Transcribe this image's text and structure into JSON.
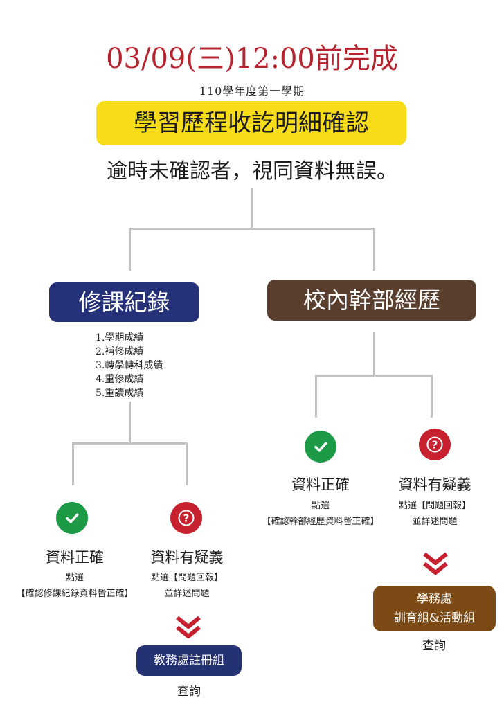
{
  "header": {
    "deadline": "03/09(三)12:00前完成",
    "semester": "110學年度第一學期",
    "title": "學習歷程收訖明細確認",
    "warning": "逾時未確認者，視同資料無誤。"
  },
  "course": {
    "title": "修課紀錄",
    "items": [
      "1.學期成績",
      "2.補修成績",
      "3.轉學轉科成績",
      "4.重修成績",
      "5.重讀成績"
    ],
    "correct": {
      "label": "資料正確",
      "line1": "點選",
      "line2": "【確認修課紀錄資料皆正確】"
    },
    "doubt": {
      "label": "資料有疑義",
      "line1": "點選【問題回報】",
      "line2": "並詳述問題"
    },
    "office": "教務處註冊組",
    "query": "查詢"
  },
  "cadre": {
    "title": "校內幹部經歷",
    "correct": {
      "label": "資料正確",
      "line1": "點選",
      "line2": "【確認幹部經歷資料皆正確】"
    },
    "doubt": {
      "label": "資料有疑義",
      "line1": "點選【問題回報】",
      "line2": "並詳述問題"
    },
    "office_line1": "學務處",
    "office_line2": "訓育組&活動組",
    "query": "查詢"
  },
  "colors": {
    "deadline": "#b5232f",
    "title_bg": "#f7dc19",
    "course_bg": "#253178",
    "cadre_bg": "#5a3e2e",
    "ok": "#1d9a45",
    "question": "#c7202f",
    "chevron": "#c7202f",
    "office1_bg": "#243172",
    "office2_bg": "#7c4a14"
  },
  "icons": [
    "check-icon",
    "question-icon",
    "double-chevron-down-icon"
  ]
}
